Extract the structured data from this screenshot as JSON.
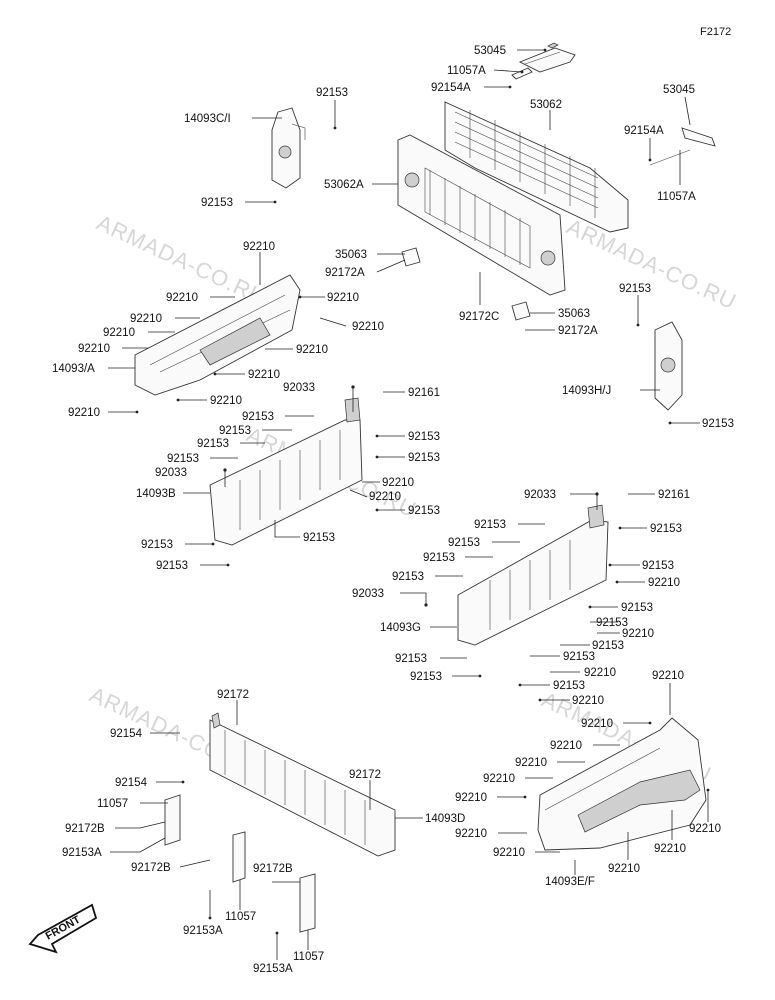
{
  "figure_id": "F2172",
  "watermark": "ARMADA-CO.RU",
  "front_label": "FRONT",
  "labels": {
    "l53045a": "53045",
    "l11057a1": "11057A",
    "l92154a1": "92154A",
    "l53062": "53062",
    "l53045b": "53045",
    "l92154a2": "92154A",
    "l11057a2": "11057A",
    "l92153a": "92153",
    "l14093ci": "14093C/I",
    "l92153b": "92153",
    "l53062a": "53062A",
    "l35063a": "35063",
    "l92172a1": "92172A",
    "l92172c": "92172C",
    "l35063b": "35063",
    "l92172a2": "92172A",
    "l92153c": "92153",
    "l14093hj": "14093H/J",
    "l92153d": "92153",
    "l92210_1": "92210",
    "l92210_2": "92210",
    "l92210_3": "92210",
    "l92210_4": "92210",
    "l92210_5": "92210",
    "l92210_6": "92210",
    "l92210_7": "92210",
    "l92210_8": "92210",
    "l92210_9": "92210",
    "l14093a": "14093/A",
    "l92210_10": "92210",
    "l92210_11": "92210",
    "l92033_1": "92033",
    "l92161_1": "92161",
    "l92153_e": "92153",
    "l92153_f": "92153",
    "l92153_g": "92153",
    "l92153_h": "92153",
    "l92153_i": "92153",
    "l92153_j": "92153",
    "l92033_2": "92033",
    "l14093b": "14093B",
    "l92210_12": "92210",
    "l92210_13": "92210",
    "l92153_k": "92153",
    "l92153_l": "92153",
    "l92153_m": "92153",
    "l92153_n": "92153",
    "l92033_3": "92033",
    "l92161_2": "92161",
    "l92153_o": "92153",
    "l92153_p": "92153",
    "l92153_q": "92153",
    "l92153_r": "92153",
    "l92153_s": "92153",
    "l92153_t": "92153",
    "l92210_14": "92210",
    "l92033_4": "92033",
    "l14093g": "14093G",
    "l92153_u": "92153",
    "l92153_v": "92153",
    "l92210_15": "92210",
    "l92153_w": "92153",
    "l92153_x": "92153",
    "l92153_y": "92153",
    "l92153_z": "92153",
    "l92210_16": "92210",
    "l92153_aa": "92153",
    "l92210_17": "92210",
    "l92172_1": "92172",
    "l92154_1": "92154",
    "l92154_2": "92154",
    "l92172_2": "92172",
    "l11057_1": "11057",
    "l14093d": "14093D",
    "l92172b_1": "92172B",
    "l92153a_1": "92153A",
    "l92172b_2": "92172B",
    "l92172b_3": "92172B",
    "l11057_2": "11057",
    "l92153a_2": "92153A",
    "l92153a_3": "92153A",
    "l11057_3": "11057",
    "l92210_18": "92210",
    "l92210_19": "92210",
    "l92210_20": "92210",
    "l92210_21": "92210",
    "l92210_22": "92210",
    "l92210_23": "92210",
    "l92210_24": "92210",
    "l92210_25": "92210",
    "l92210_26": "92210",
    "l92210_27": "92210",
    "l14093ef": "14093E/F",
    "l92210_28": "92210"
  }
}
